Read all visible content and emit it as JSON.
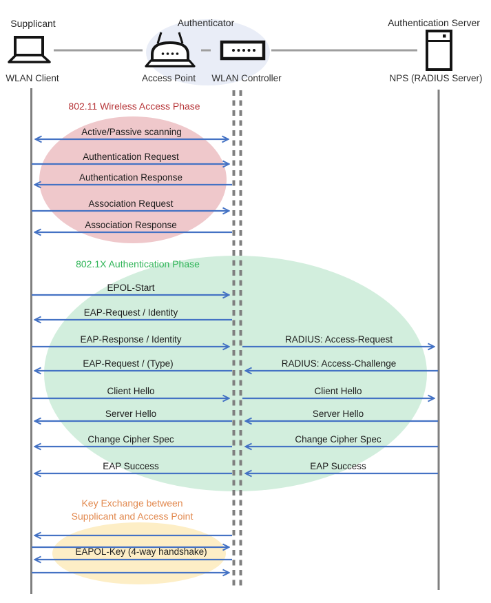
{
  "actors": {
    "supplicant": "Supplicant",
    "authenticator": "Authenticator",
    "authentication_server": "Authentication Server"
  },
  "devices": {
    "wlan_client": "WLAN Client",
    "access_point": "Access Point",
    "wlan_controller": "WLAN Controller",
    "nps": "NPS (RADIUS Server)"
  },
  "phase_80211": {
    "title": "802.11 Wireless Access Phase",
    "messages": {
      "scanning": "Active/Passive scanning",
      "auth_request": "Authentication Request",
      "auth_response": "Authentication Response",
      "assoc_request": "Association Request",
      "assoc_response": "Association Response"
    }
  },
  "phase_8021x": {
    "title": "802.1X Authentication Phase",
    "messages_left": {
      "epol_start": "EPOL-Start",
      "eap_request_identity": "EAP-Request / Identity",
      "eap_response_identity": "EAP-Response / Identity",
      "eap_request_type": "EAP-Request / (Type)",
      "client_hello": "Client Hello",
      "server_hello": "Server Hello",
      "change_cipher_spec": "Change Cipher Spec",
      "eap_success": "EAP Success"
    },
    "messages_right": {
      "radius_access_request": "RADIUS: Access-Request",
      "radius_access_challenge": "RADIUS: Access-Challenge",
      "client_hello": "Client Hello",
      "server_hello": "Server Hello",
      "change_cipher_spec": "Change Cipher Spec",
      "eap_success": "EAP Success"
    }
  },
  "phase_key_exchange": {
    "title_line1": "Key Exchange between",
    "title_line2": "Supplicant and Access Point",
    "messages": {
      "eapol_key": "EAPOL-Key (4-way handshake)"
    }
  },
  "colors": {
    "arrow": "#4472c4",
    "lifeline": "#7f7f7f",
    "connector": "#9e9e9e",
    "icon_stroke": "#141414",
    "phase_80211_title": "#b63437",
    "phase_8021x_title": "#2fb457",
    "phase_key_exchange_title": "#e2894f",
    "ellipse_80211": "#efc8cb",
    "ellipse_8021x": "#d2eedd",
    "ellipse_key_exchange": "#fdeec6",
    "ellipse_authenticator": "#e9edf7"
  }
}
